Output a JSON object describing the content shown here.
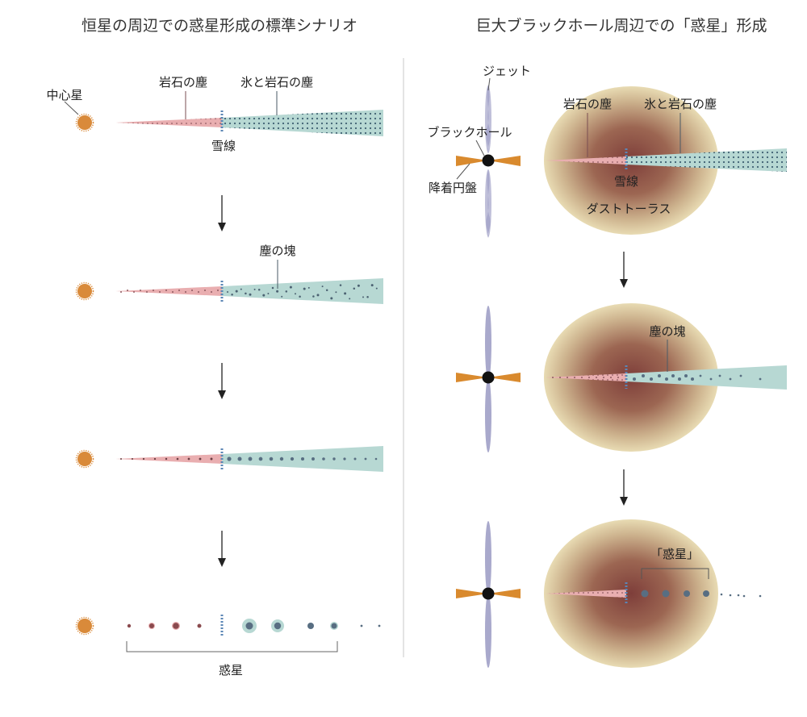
{
  "left": {
    "title": "恒星の周辺での惑星形成の標準シナリオ",
    "central_star": "中心星",
    "rock_dust": "岩石の塵",
    "ice_rock_dust": "氷と岩石の塵",
    "snow_line": "雪線",
    "dust_clump": "塵の塊",
    "planets": "惑星"
  },
  "right": {
    "title": "巨大ブラックホール周辺での「惑星」形成",
    "jet": "ジェット",
    "black_hole": "ブラックホール",
    "accretion_disk": "降着円盤",
    "rock_dust": "岩石の塵",
    "ice_rock_dust": "氷と岩石の塵",
    "snow_line": "雪線",
    "dust_torus": "ダストトーラス",
    "dust_clump": "塵の塊",
    "planets": "「惑星」"
  },
  "colors": {
    "star": "#D98A3A",
    "rock_zone": "#E9AEB0",
    "ice_zone": "#B7D8D3",
    "snow_line": "#5B86B5",
    "dust_dot": "#5A6E80",
    "rock_planet": "#8A4A4E",
    "ice_planet": "#586E82",
    "black_hole": "#111111",
    "accretion": "#D98A2E",
    "jet": "#A9A9CC",
    "torus_edge": "#E9DDB6",
    "torus_core": "#8B4A3F"
  }
}
